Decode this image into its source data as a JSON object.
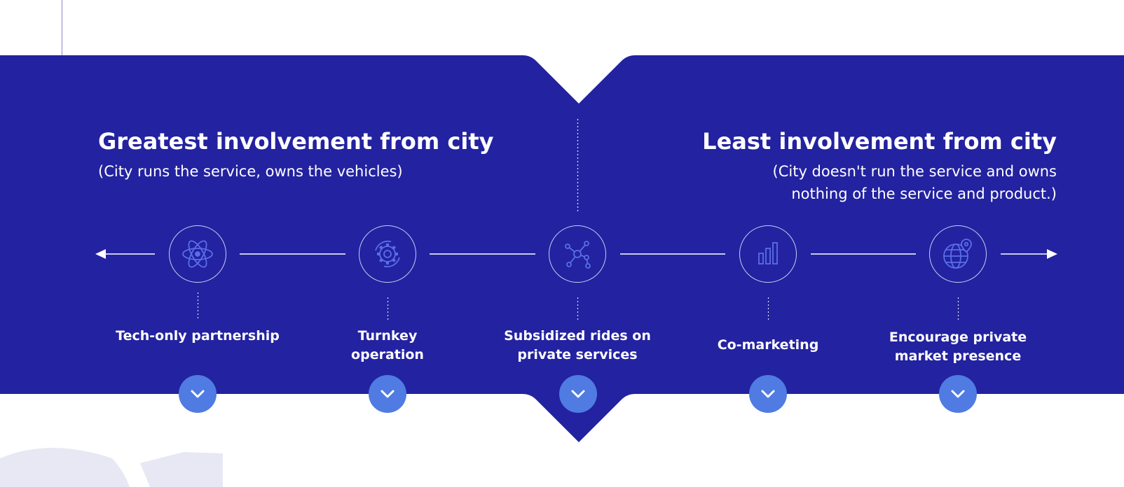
{
  "left_heading": {
    "title": "Greatest involvement from city",
    "subtitle": "(City runs the service, owns the vehicles)"
  },
  "right_heading": {
    "title": "Least involvement from city",
    "subtitle": "(City doesn't run the service and owns nothing of the service and product.)"
  },
  "steps": [
    {
      "label": "Tech-only partnership",
      "icon": "atom-icon"
    },
    {
      "label": "Turnkey operation",
      "icon": "gear-icon"
    },
    {
      "label": "Subsidized rides on private services",
      "icon": "network-icon"
    },
    {
      "label": "Co-marketing",
      "icon": "bar-chart-icon"
    },
    {
      "label": "Encourage private market presence",
      "icon": "globe-pin-icon"
    }
  ],
  "colors": {
    "band": "#2322a0",
    "button": "#4f7be2",
    "icon_stroke": "#5a6ee8",
    "watermark": "#e8e8f4"
  }
}
